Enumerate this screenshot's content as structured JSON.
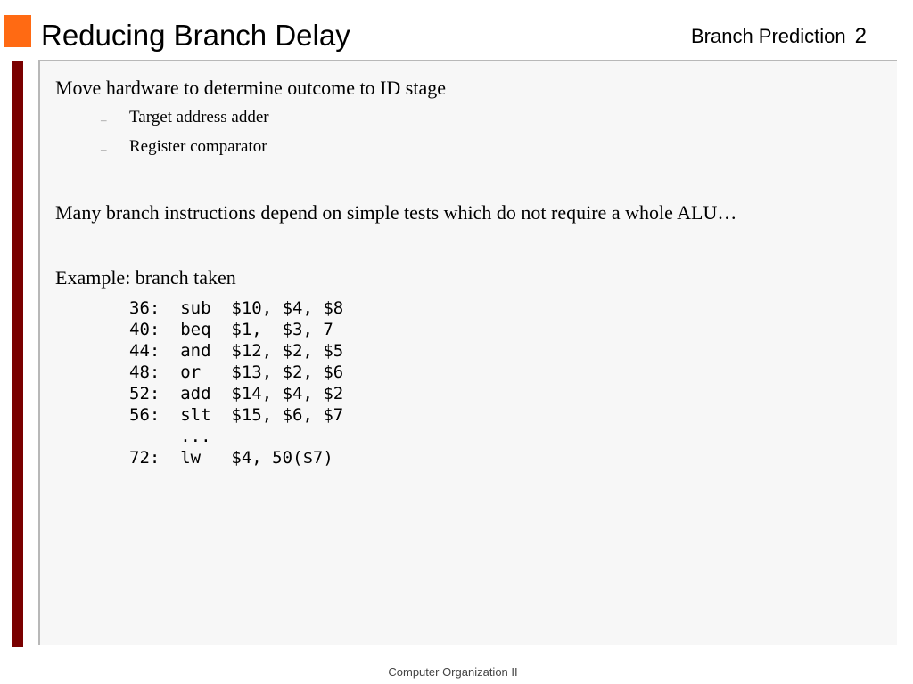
{
  "header": {
    "title": "Reducing Branch Delay",
    "topic": "Branch Prediction",
    "page_number": "2"
  },
  "content": {
    "point1": "Move hardware to determine outcome to ID stage",
    "subpoints": [
      "Target address adder",
      "Register comparator"
    ],
    "dash_glyph": "–",
    "point2": "Many branch instructions depend on simple tests which do not require a whole ALU…",
    "point3": "Example: branch taken",
    "code_lines": [
      "36:  sub  $10, $4, $8",
      "40:  beq  $1,  $3, 7",
      "44:  and  $12, $2, $5",
      "48:  or   $13, $2, $6",
      "52:  add  $14, $4, $2",
      "56:  slt  $15, $6, $7",
      "     ...",
      "72:  lw   $4, 50($7)"
    ]
  },
  "footer": {
    "text": "Computer Organization II"
  },
  "colors": {
    "accent_square": "#ff6a13",
    "left_bar": "#7a0000",
    "panel_background": "#f7f7f7"
  }
}
